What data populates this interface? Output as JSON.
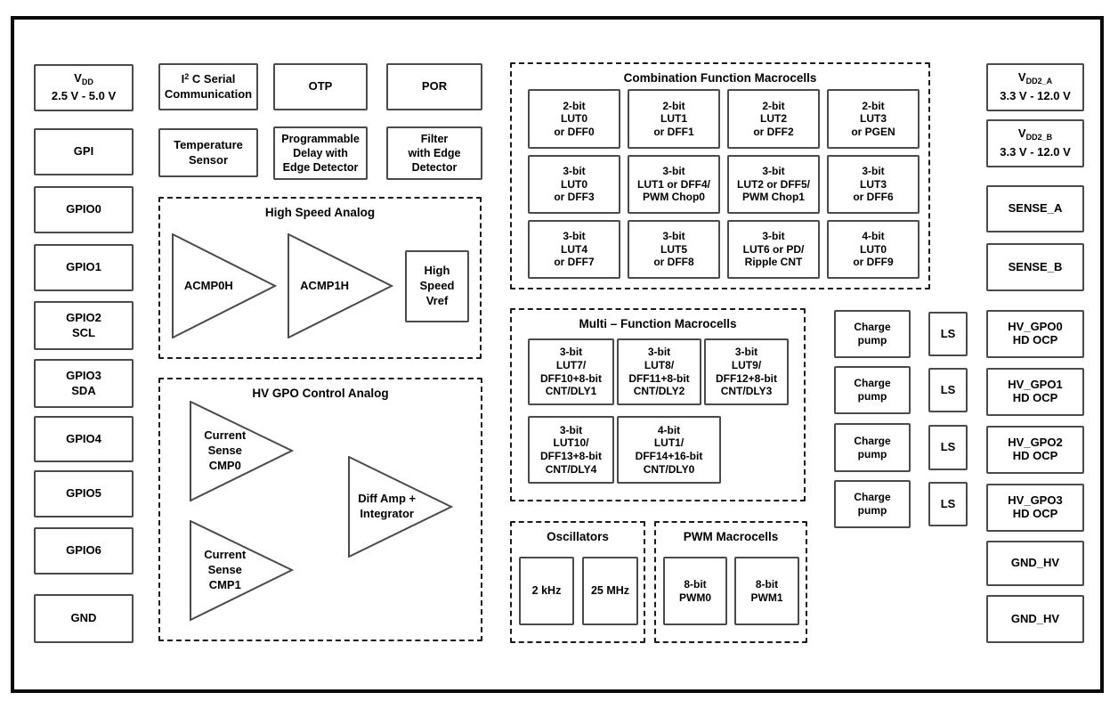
{
  "colors": {
    "frame": "#0a0a0a",
    "box_border": "#4a4a4a",
    "background": "#ffffff",
    "text": "#000000"
  },
  "left_column": {
    "vdd": {
      "symbol": "V",
      "subscript": "DD",
      "range": "2.5 V - 5.0 V"
    },
    "pins": [
      "GPI",
      "GPIO0",
      "GPIO1",
      "GPIO2\nSCL",
      "GPIO3\nSDA",
      "GPIO4",
      "GPIO5",
      "GPIO6",
      "GND"
    ]
  },
  "top_blocks": {
    "i2c": {
      "prefix": "I",
      "sup": "2",
      "suffix": "C Serial",
      "line2": "Communication"
    },
    "otp": "OTP",
    "por": "POR",
    "temperature": "Temperature\nSensor",
    "prog_delay": "Programmable\nDelay with\nEdge Detector",
    "filter": "Filter\nwith Edge\nDetector"
  },
  "high_speed_analog": {
    "title": "High Speed Analog",
    "amp0": "ACMP0H",
    "amp1": "ACMP1H",
    "vref": "High\nSpeed\nVref"
  },
  "hv_gpo_analog": {
    "title": "HV GPO Control Analog",
    "cmp0": "Current\nSense\nCMP0",
    "cmp1": "Current\nSense\nCMP1",
    "diff": "Diff Amp +\nIntegrator"
  },
  "combination": {
    "title": "Combination Function Macrocells",
    "cells": [
      "2-bit\nLUT0\nor DFF0",
      "2-bit\nLUT1\nor DFF1",
      "2-bit\nLUT2\nor DFF2",
      "2-bit\nLUT3\nor PGEN",
      "3-bit\nLUT0\nor DFF3",
      "3-bit\nLUT1 or DFF4/\nPWM Chop0",
      "3-bit\nLUT2 or DFF5/\nPWM Chop1",
      "3-bit\nLUT3\nor DFF6",
      "3-bit\nLUT4\nor DFF7",
      "3-bit\nLUT5\nor DFF8",
      "3-bit\nLUT6 or PD/\nRipple CNT",
      "4-bit\nLUT0\nor DFF9"
    ]
  },
  "multi_function": {
    "title": "Multi – Function Macrocells",
    "cells": [
      "3-bit\nLUT7/\nDFF10+8-bit\nCNT/DLY1",
      "3-bit\nLUT8/\nDFF11+8-bit\nCNT/DLY2",
      "3-bit\nLUT9/\nDFF12+8-bit\nCNT/DLY3",
      "3-bit\nLUT10/\nDFF13+8-bit\nCNT/DLY4",
      "4-bit\nLUT1/\nDFF14+16-bit\nCNT/DLY0"
    ]
  },
  "oscillators": {
    "title": "Oscillators",
    "cells": [
      "2 kHz",
      "25 MHz"
    ]
  },
  "pwm": {
    "title": "PWM Macrocells",
    "cells": [
      "8-bit\nPWM0",
      "8-bit\nPWM1"
    ]
  },
  "charge_pumps": [
    "Charge\npump",
    "Charge\npump",
    "Charge\npump",
    "Charge\npump"
  ],
  "level_shifters": [
    "LS",
    "LS",
    "LS",
    "LS"
  ],
  "right_column": {
    "vdd2a": {
      "symbol": "V",
      "subscript": "DD2_A",
      "range": "3.3 V - 12.0 V"
    },
    "vdd2b": {
      "symbol": "V",
      "subscript": "DD2_B",
      "range": "3.3 V - 12.0 V"
    },
    "pins": [
      "SENSE_A",
      "SENSE_B",
      "HV_GPO0\nHD OCP",
      "HV_GPO1\nHD OCP",
      "HV_GPO2\nHD OCP",
      "HV_GPO3\nHD OCP",
      "GND_HV",
      "GND_HV"
    ]
  }
}
